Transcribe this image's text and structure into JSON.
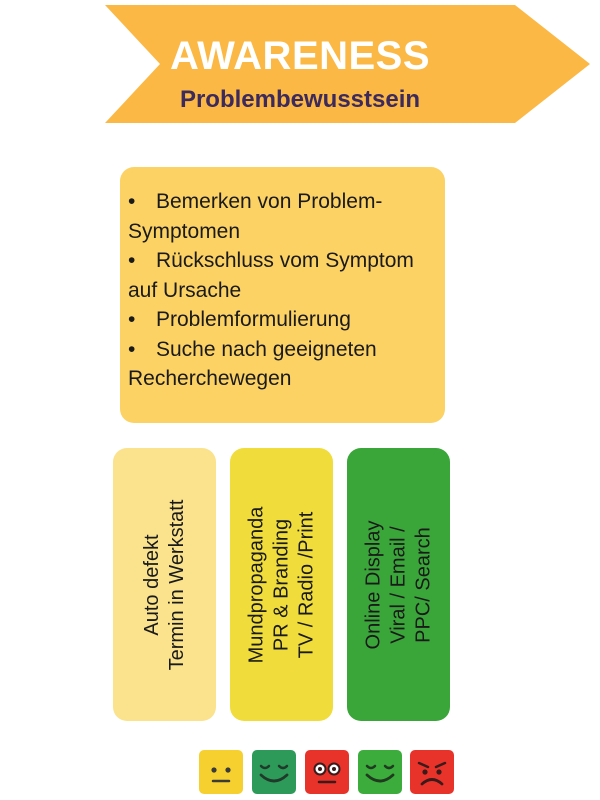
{
  "banner": {
    "title": "AWARENESS",
    "subtitle": "Problembewusstsein",
    "colors": {
      "arrow": "#fbb844",
      "title": "#ffffff",
      "subtitle": "#3d2a5c"
    }
  },
  "info_box": {
    "bullet_symbol": "•",
    "items": [
      {
        "line1": "Bemerken von Problem-",
        "line2": "Symptomen"
      },
      {
        "line1": "Rückschluss vom Symptom",
        "line2": "auf Ursache"
      },
      {
        "line1": "Problemformulierung",
        "line2": ""
      },
      {
        "line1": "Suche nach geeigneten",
        "line2": "Recherchewegen"
      }
    ]
  },
  "columns": [
    {
      "lines": [
        "Auto defekt",
        "Termin in Werkstatt"
      ],
      "color": "#fae38c"
    },
    {
      "lines": [
        "Mundpropaganda",
        "PR & Branding",
        "TV / Radio /Print"
      ],
      "color": "#f0dd3c"
    },
    {
      "lines": [
        "Online Display",
        "Viral / Email /",
        "PPC/ Search"
      ],
      "color": "#3aa63a"
    }
  ],
  "faces": [
    {
      "icon": "neutral-face-icon",
      "color": "#f6d02f"
    },
    {
      "icon": "smiling-face-icon",
      "color": "#2e9a5a"
    },
    {
      "icon": "surprised-face-icon",
      "color": "#e8332b"
    },
    {
      "icon": "smiling-face-icon",
      "color": "#3cac3c"
    },
    {
      "icon": "angry-face-icon",
      "color": "#e8332b"
    }
  ]
}
